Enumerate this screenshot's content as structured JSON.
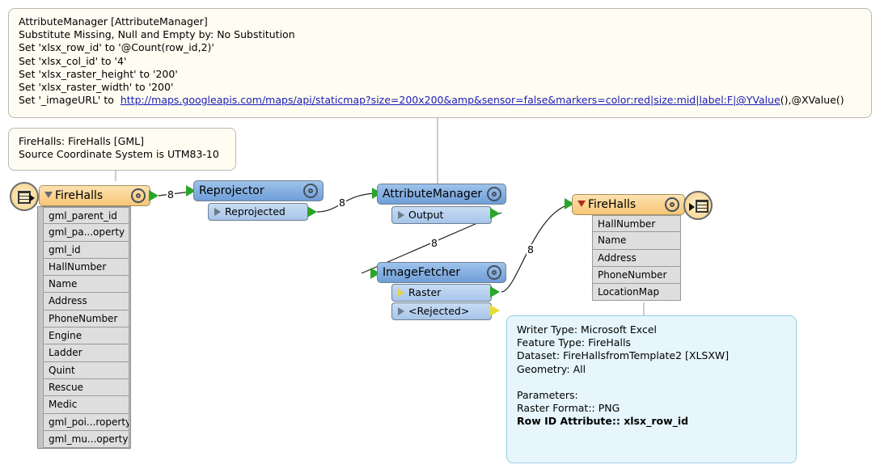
{
  "notes": {
    "attr_manager": {
      "lines": [
        "AttributeManager [AttributeManager]",
        "Substitute Missing, Null and Empty by: No Substitution",
        "Set 'xlsx_row_id' to '@Count(row_id,2)'",
        "Set 'xlsx_col_id' to '4'",
        "Set 'xlsx_raster_height' to '200'",
        "Set 'xlsx_raster_width' to '200'"
      ],
      "last_prefix": "Set '_imageURL' to ",
      "url_text": "http://maps.googleapis.com/maps/api/staticmap?size=200x200&amp&sensor=false&markers=color:red|size:mid|label:F|@YValue",
      "last_suffix": "(),@XValue()"
    },
    "firehalls_reader": {
      "line1": "FireHalls: FireHalls [GML]",
      "line2": "Source Coordinate System is UTM83-10"
    },
    "writer": {
      "writer_type": "Writer Type: Microsoft Excel",
      "feature_type": "Feature Type: FireHalls",
      "dataset": "Dataset: FireHallsfromTemplate2 [XLSXW]",
      "geometry": "Geometry: All",
      "parameters": "Parameters:",
      "raster_format": "Raster Format:: PNG",
      "row_id": "Row ID Attribute:: xlsx_row_id"
    }
  },
  "reader": {
    "title": "FireHalls",
    "attributes": [
      "gml_parent_id",
      "gml_pa...operty",
      "gml_id",
      "HallNumber",
      "Name",
      "Address",
      "PhoneNumber",
      "Engine",
      "Ladder",
      "Quint",
      "Rescue",
      "Medic",
      "gml_poi...roperty",
      "gml_mu...operty"
    ]
  },
  "reprojector": {
    "title": "Reprojector",
    "port": "Reprojected"
  },
  "attributemanager": {
    "title": "AttributeManager",
    "port": "Output"
  },
  "imagefetcher": {
    "title": "ImageFetcher",
    "port1": "Raster",
    "port2": "<Rejected>"
  },
  "writer": {
    "title": "FireHalls",
    "attributes": [
      "HallNumber",
      "Name",
      "Address",
      "PhoneNumber",
      "LocationMap"
    ]
  },
  "counts": {
    "c1": "8",
    "c2": "8",
    "c3": "8",
    "c4": "8"
  },
  "colors": {
    "transformer": "#8db5e6",
    "feature_type": "#f6c676",
    "connection_ok": "#2aa52a",
    "rejected": "#e6dc38",
    "missing_attr": "#b42a1c"
  }
}
